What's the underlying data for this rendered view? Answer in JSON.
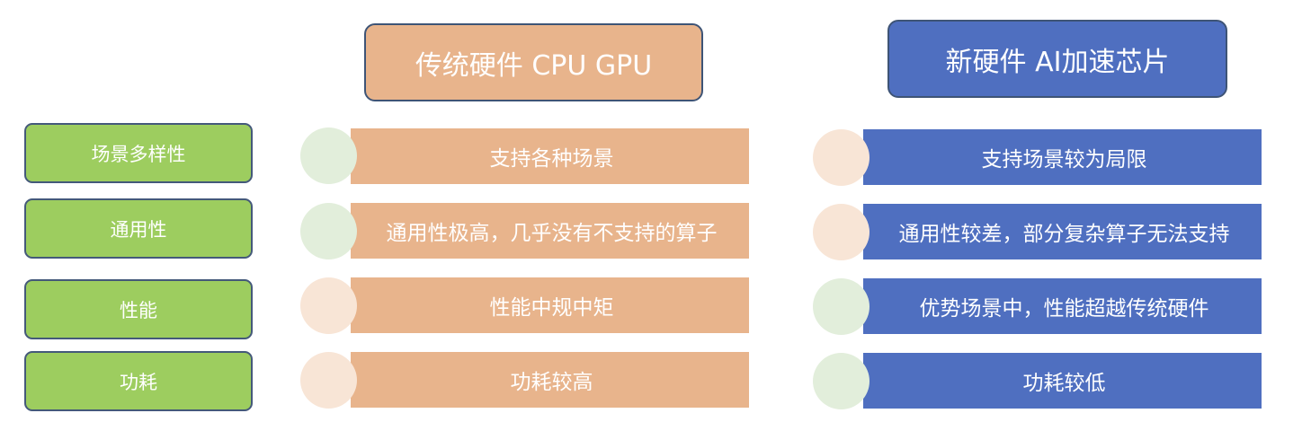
{
  "headers": {
    "traditional": "传统硬件 CPU GPU",
    "new": "新硬件 AI加速芯片"
  },
  "rows": [
    {
      "category": "场景多样性",
      "traditional": "支持各种场景",
      "new": "支持场景较为局限"
    },
    {
      "category": "通用性",
      "traditional": "通用性极高，几乎没有不支持的算子",
      "new": "通用性较差，部分复杂算子无法支持"
    },
    {
      "category": "性能",
      "traditional": "性能中规中矩",
      "new": "优势场景中，性能超越传统硬件"
    },
    {
      "category": "功耗",
      "traditional": "功耗较高",
      "new": "功耗较低"
    }
  ],
  "colors": {
    "traditional": "#e8b48c",
    "new": "#4f6fc0",
    "category": "#9dcd5f",
    "circle_green": "#e2eedb",
    "circle_peach": "#f8e5d6"
  }
}
